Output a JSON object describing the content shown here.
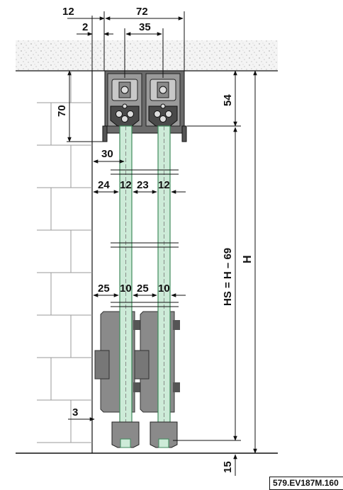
{
  "drawing": {
    "reference": "579.EV187M.160",
    "colors": {
      "glass": "#cdebd8",
      "glass_edge": "#3f8a5c",
      "metal_dark": "#4a4a4a",
      "metal_mid": "#8a8a8a",
      "metal_light": "#c8c8c8",
      "line": "#111111",
      "ceiling": "#f2f2f2"
    },
    "dimensions": {
      "top_overall": "72",
      "top_offset": "12",
      "top_wall_gap": "2",
      "track_pitch": "35",
      "track_height": "70",
      "hanger_height": "54",
      "edge_to_center": "30",
      "gap_left_upper": "24",
      "glass_upper_1": "12",
      "gap_between_upper": "23",
      "glass_upper_2": "12",
      "gap_left_lower": "25",
      "glass_lower_1": "10",
      "gap_between_lower": "25",
      "glass_lower_2": "10",
      "bottom_clearance": "3",
      "floor_gap": "15",
      "hs_formula": "HS = H – 69",
      "overall_height": "H"
    }
  }
}
